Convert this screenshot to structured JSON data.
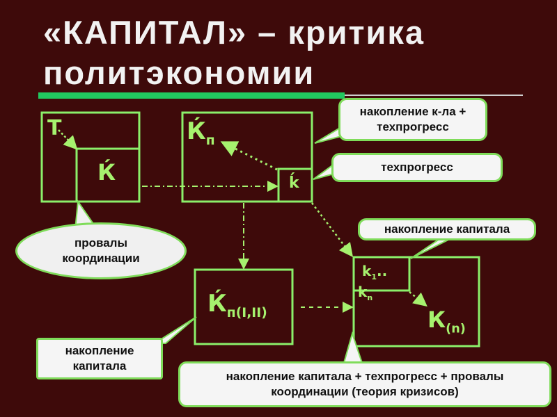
{
  "title": {
    "line1": "«КАПИТАЛ» – критика",
    "line2": "политэкономии"
  },
  "symbols": {
    "t": "Т",
    "k_inner": "Ќ",
    "k_p": "Ќ",
    "k_p_sub": "п",
    "k_small": "ḱ",
    "k_p_sum": "Ќ",
    "k_p_sum_sub": "п(I,II)",
    "k1": "k",
    "k1_sub": "1",
    "k1_dots": "..",
    "kn": "k",
    "kn_sub": "n",
    "k_n": "К",
    "k_n_sub": "(n)"
  },
  "callouts": {
    "accum_tech": "накопление к-ла + техпрогресс",
    "tech": "техпрогресс",
    "accum_capital_top": "накопление капитала",
    "coord_failures": "провалы координации",
    "accum_capital_bottom": "накопление капитала",
    "crisis_theory": "накопление капитала + техпрогресс + провалы координации (теория кризисов)"
  },
  "colors": {
    "background": "#3e0a0a",
    "box_stroke": "#8bf06a",
    "arrow": "#a6f26e",
    "callout_fill": "#f5f5f5",
    "rule": "#21c85f"
  }
}
